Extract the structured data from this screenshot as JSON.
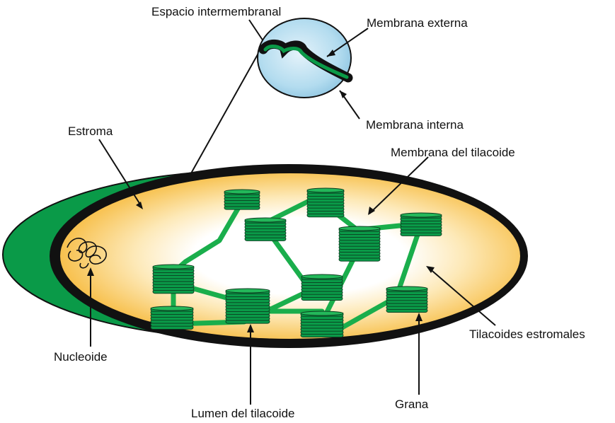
{
  "labels": {
    "intermembrane_space": "Espacio intermembranal",
    "outer_membrane": "Membrana externa",
    "inner_membrane": "Membrana interna",
    "stroma": "Estroma",
    "thylakoid_membrane": "Membrana del tilacoide",
    "nucleoid": "Nucleoide",
    "stromal_thylakoids": "Tilacoides estromales",
    "thylakoid_lumen": "Lumen del tilacoide",
    "grana": "Grana"
  },
  "colors": {
    "membrane_green": "#0a9a48",
    "lamella_green": "#1aae4c",
    "membrane_dark": "#111111",
    "stroma_outer": "#f6be3c",
    "stroma_inner": "#ffffff",
    "zoom_bubble": "#a9d6ec"
  }
}
